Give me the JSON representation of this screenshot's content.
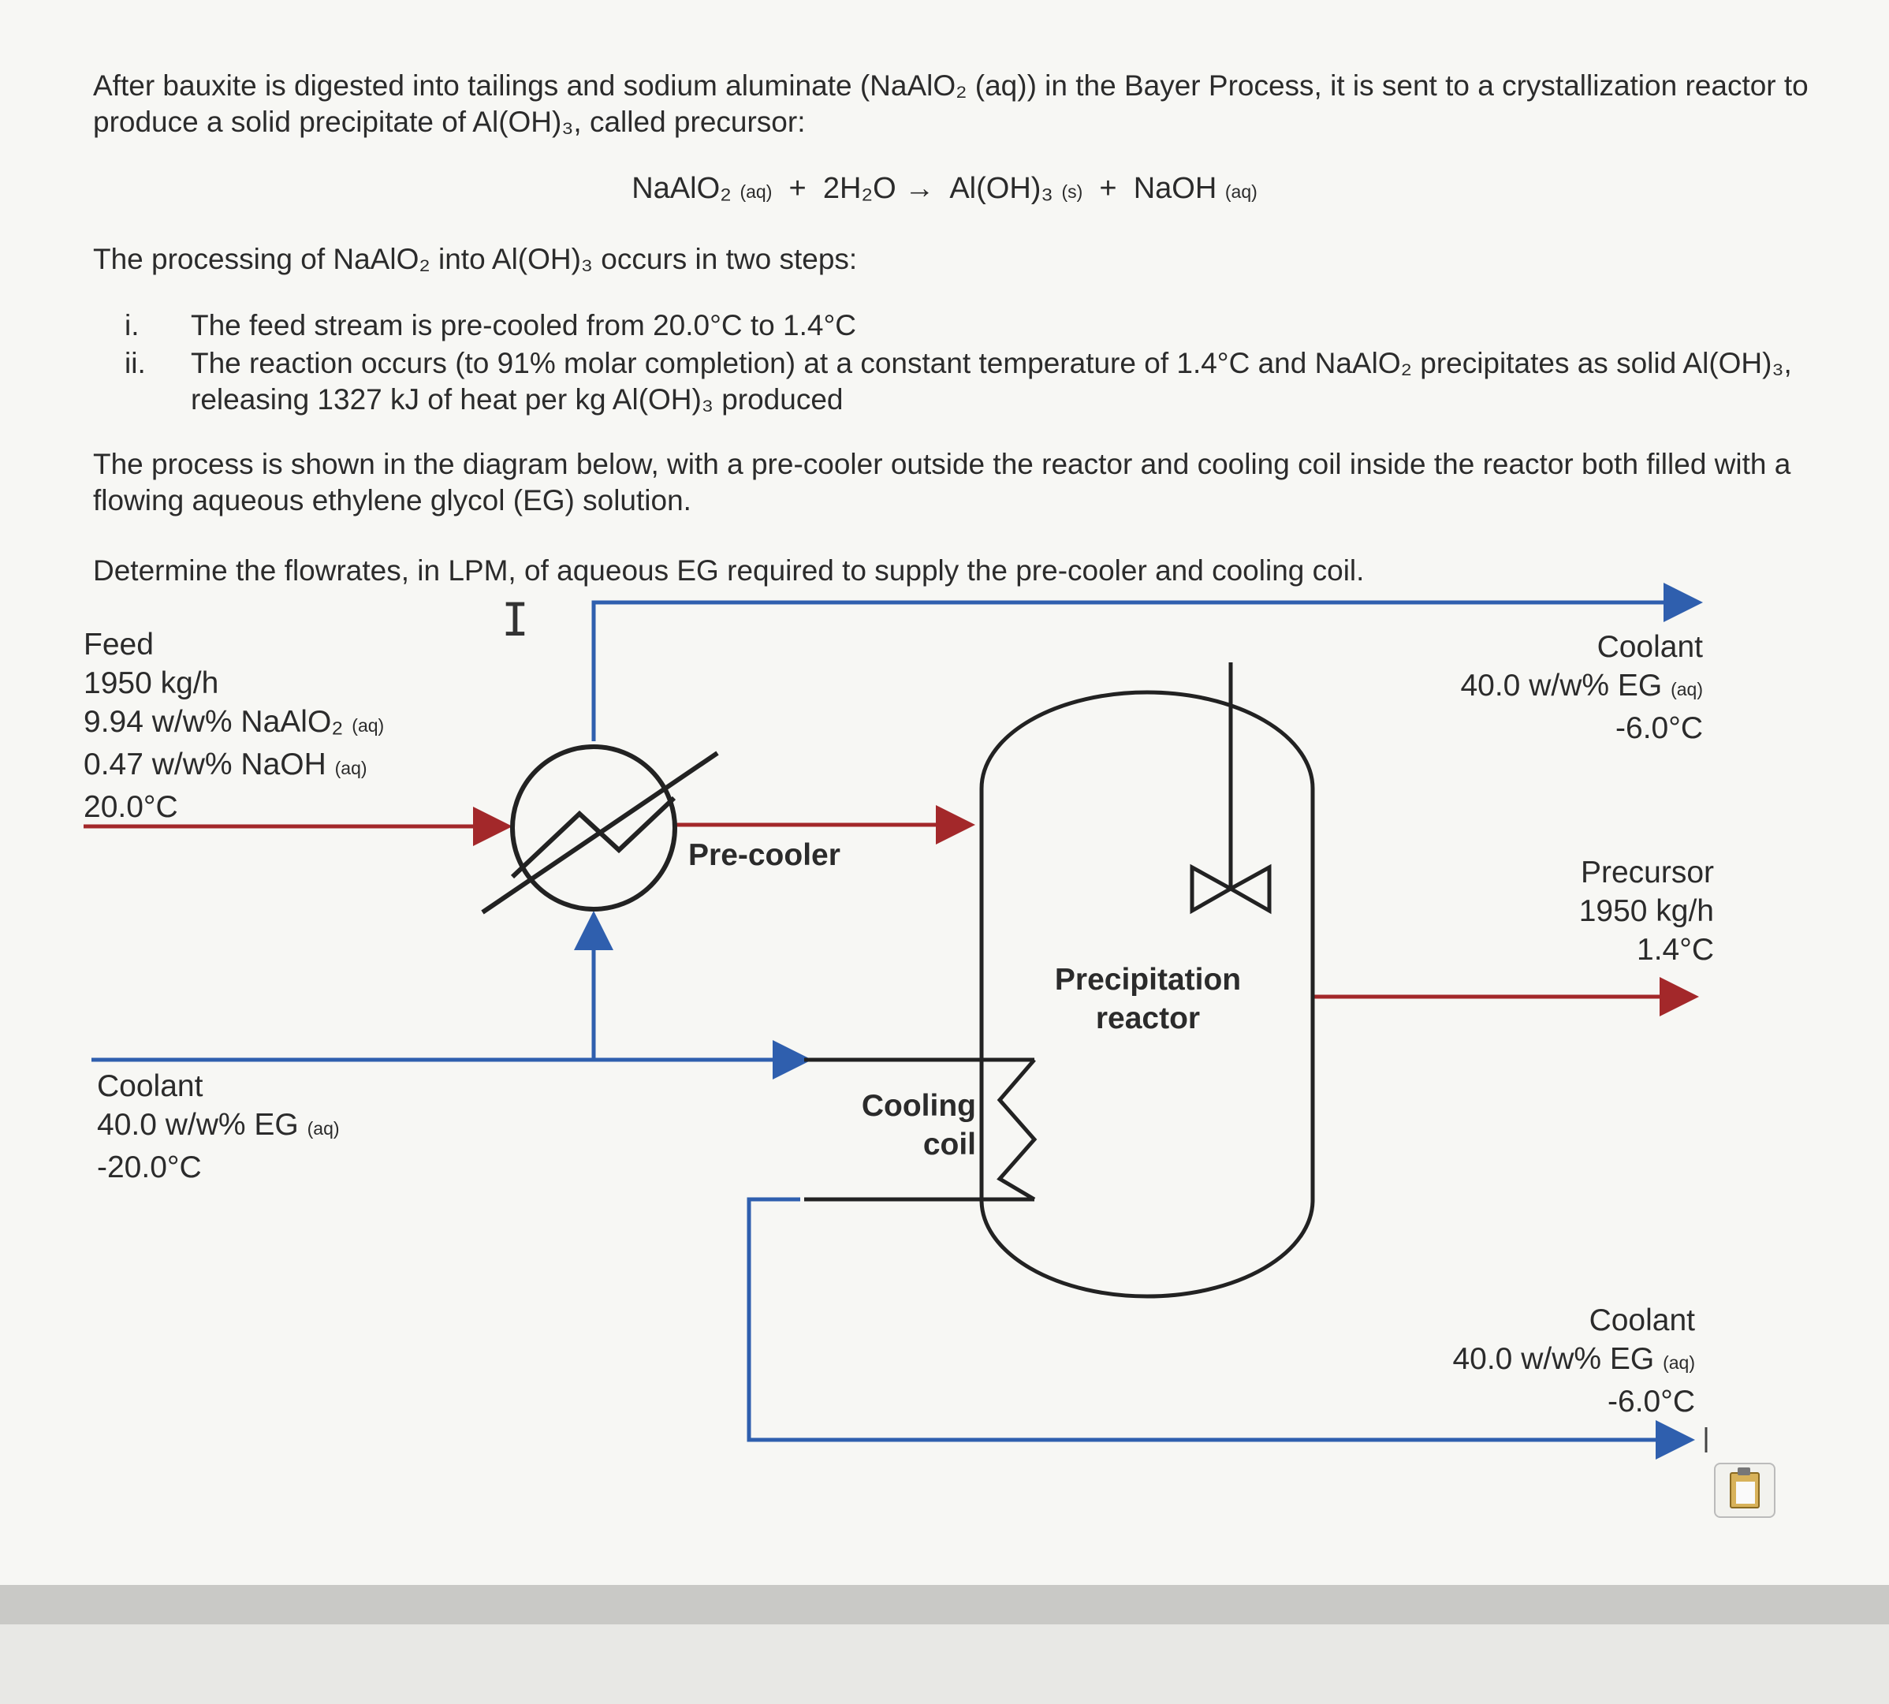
{
  "intro": {
    "line1": "After bauxite is digested into tailings and sodium aluminate (NaAlO₂ (aq)) in the Bayer Process, it is sent to a crystallization reactor to",
    "line2": "produce a solid precipitate of Al(OH)₃, called precursor:"
  },
  "equation": {
    "reactant1": "NaAlO₂",
    "reactant1_state": "(aq)",
    "plus1": "+",
    "reactant2": "2H₂O",
    "arrow": "→",
    "product1": "Al(OH)₃",
    "product1_state": "(s)",
    "plus2": "+",
    "product2": "NaOH",
    "product2_state": "(aq)"
  },
  "steps_intro": "The processing of NaAlO₂ into Al(OH)₃ occurs in two steps:",
  "steps": [
    {
      "num": "i.",
      "text": "The feed stream is pre-cooled from 20.0°C to 1.4°C"
    },
    {
      "num": "ii.",
      "text": "The reaction occurs (to 91% molar completion) at a constant temperature of 1.4°C and NaAlO₂ precipitates as solid Al(OH)₃,",
      "text2": "releasing 1327 kJ of heat per kg Al(OH)₃ produced"
    }
  ],
  "process_desc": {
    "line1": "The process is shown in the diagram below, with a pre-cooler outside the reactor and cooling coil inside the reactor both filled with a",
    "line2": "flowing aqueous ethylene glycol (EG) solution."
  },
  "question": "Determine the flowrates, in LPM, of aqueous EG required to supply the pre-cooler and cooling coil.",
  "diagram": {
    "feed": {
      "title": "Feed",
      "line1": "1950 kg/h",
      "line2": "9.94 w/w% NaAlO₂",
      "line2_state": "(aq)",
      "line3": "0.47 w/w% NaOH",
      "line3_state": "(aq)",
      "line4": "20.0°C"
    },
    "coolant_in": {
      "title": "Coolant",
      "line1": "40.0 w/w% EG",
      "line1_state": "(aq)",
      "line2": "-20.0°C"
    },
    "coolant_out_top": {
      "title": "Coolant",
      "line1": "40.0 w/w% EG",
      "line1_state": "(aq)",
      "line2": "-6.0°C"
    },
    "precursor": {
      "title": "Precursor",
      "line1": "1950 kg/h",
      "line2": "1.4°C"
    },
    "coolant_out_bottom": {
      "title": "Coolant",
      "line1": "40.0 w/w% EG",
      "line1_state": "(aq)",
      "line2": "-6.0°C"
    },
    "precooler_label": "Pre-cooler",
    "reactor_label1": "Precipitation",
    "reactor_label2": "reactor",
    "coil_label1": "Cooling",
    "coil_label2": "coil"
  },
  "colors": {
    "process_stream": "#a3282a",
    "coolant_stream": "#2f5fae",
    "equipment": "#222222"
  },
  "icons": {
    "text_cursor": "text-cursor-icon",
    "paste": "clipboard-paste-icon"
  }
}
